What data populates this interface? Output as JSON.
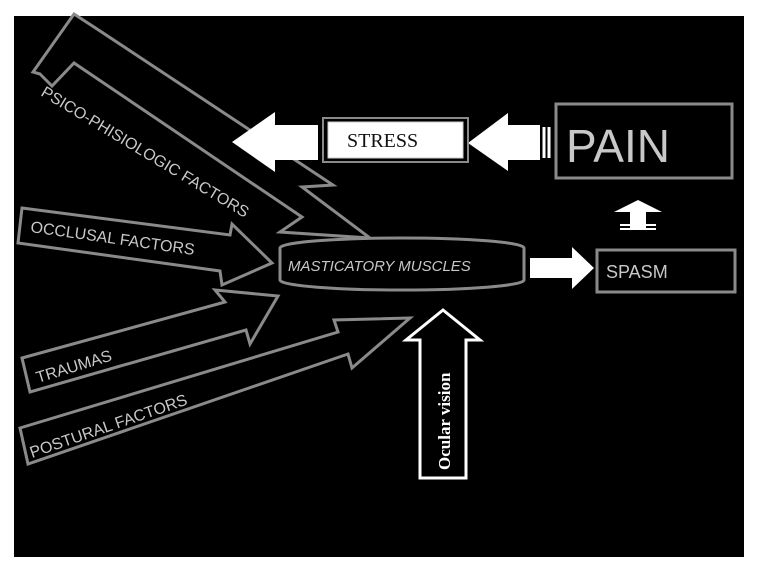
{
  "diagram": {
    "background": "#000000",
    "line_color": "#8a8a8a",
    "text_color": "#c8c8c8",
    "highlight_color": "#ffffff",
    "nodes": {
      "stress": "STRESS",
      "pain": "PAIN",
      "masticatory": "MASTICATORY MUSCLES",
      "spasm": "SPASM"
    },
    "factors": {
      "psico": "PSICO-PHISIOLOGIC FACTORS",
      "occlusal": "OCCLUSAL FACTORS",
      "traumas": "TRAUMAS",
      "postural": "POSTURAL FACTORS",
      "ocular": "Ocular vision"
    }
  }
}
